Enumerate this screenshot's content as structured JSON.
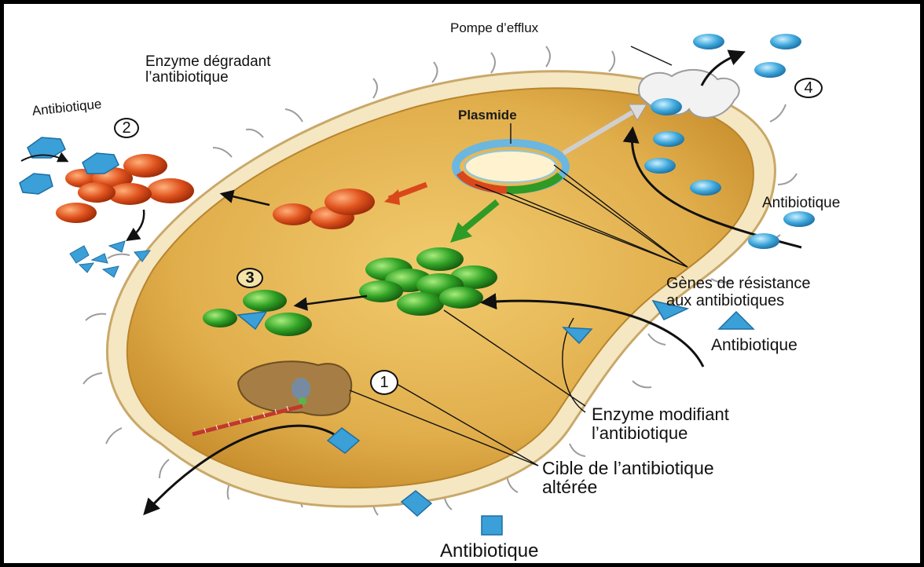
{
  "labels": {
    "pompe_efflux": "Pompe d’efflux",
    "enzyme_degradant_1": "Enzyme dégradant",
    "enzyme_degradant_2": "l’antibiotique",
    "antibiotique": "Antibiotique",
    "plasmide": "Plasmide",
    "genes_1": "Gènes de résistance",
    "genes_2": "aux antibiotiques",
    "enzyme_modifiant_1": "Enzyme modifiant",
    "enzyme_modifiant_2": "l’antibiotique",
    "cible_1": "Cible de l’antibiotique",
    "cible_2": "altérée"
  },
  "markers": {
    "one": "1",
    "two": "2",
    "three": "3",
    "four": "4"
  },
  "colors": {
    "cytoplasm": "#e3b556",
    "membrane": "#f3e3b9",
    "degrading_enzyme": "#d9481b",
    "modifying_enzyme": "#2f9a25",
    "antibiotic": "#3b9fd8",
    "plasmid_blue": "#6bb7df",
    "arrow": "#111111"
  }
}
